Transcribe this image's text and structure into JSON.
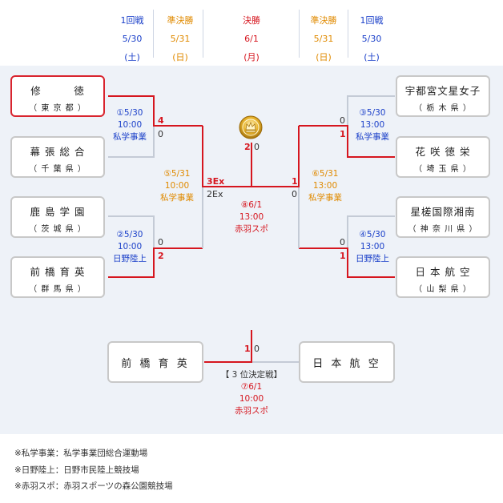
{
  "headers": [
    {
      "round": "1回戦",
      "date": "5/30",
      "day": "(土)",
      "color": "#1a3fc9"
    },
    {
      "round": "準決勝",
      "date": "5/31",
      "day": "(日)",
      "color": "#e08a00"
    },
    {
      "round": "決勝",
      "date": "6/1",
      "day": "(月)",
      "color": "#d6161f"
    },
    {
      "round": "準決勝",
      "date": "5/31",
      "day": "(日)",
      "color": "#e08a00"
    },
    {
      "round": "1回戦",
      "date": "5/30",
      "day": "(土)",
      "color": "#1a3fc9"
    }
  ],
  "teams": {
    "t1": {
      "name": "修　　　徳",
      "pref": "（ 東 京 都 ）"
    },
    "t2": {
      "name": "幕 張 総 合",
      "pref": "（ 千 葉 県 ）"
    },
    "t3": {
      "name": "鹿 島 学 園",
      "pref": "（ 茨 城 県 ）"
    },
    "t4": {
      "name": "前 橋 育 英",
      "pref": "（ 群 馬 県 ）"
    },
    "t5": {
      "name": "宇都宮文星女子",
      "pref": "（ 栃 木 県 ）"
    },
    "t6": {
      "name": "花 咲 徳 栄",
      "pref": "（ 埼 玉 県 ）"
    },
    "t7": {
      "name": "星槎国際湘南",
      "pref": "（ 神 奈 川 県 ）"
    },
    "t8": {
      "name": "日 本 航 空",
      "pref": "（ 山 梨 県 ）"
    },
    "third_left": {
      "name": "前 橋 育 英"
    },
    "third_right": {
      "name": "日 本 航 空"
    }
  },
  "matches": {
    "m1": {
      "lines": [
        "①5/30",
        "10:00",
        "私学事業"
      ]
    },
    "m2": {
      "lines": [
        "②5/30",
        "10:00",
        "日野陸上"
      ]
    },
    "m3": {
      "lines": [
        "③5/30",
        "13:00",
        "私学事業"
      ]
    },
    "m4": {
      "lines": [
        "④5/30",
        "13:00",
        "日野陸上"
      ]
    },
    "m5": {
      "lines": [
        "⑤5/31",
        "10:00",
        "私学事業"
      ]
    },
    "m6": {
      "lines": [
        "⑥5/31",
        "13:00",
        "私学事業"
      ]
    },
    "m8": {
      "lines": [
        "⑧6/1",
        "13:00",
        "赤羽スポ"
      ]
    },
    "m7": {
      "lines": [
        "【 3 位決定戦】",
        "⑦6/1",
        "10:00",
        "赤羽スポ"
      ]
    }
  },
  "scores": {
    "m1_top": "4",
    "m1_bot": "0",
    "m2_top": "0",
    "m2_bot": "2",
    "m3_top": "0",
    "m3_bot": "1",
    "m4_top": "0",
    "m4_bot": "1",
    "m5_top": "3Ex",
    "m5_bot": "2Ex",
    "m6_top": "1",
    "m6_bot": "0",
    "final_left": "2",
    "final_right": "0",
    "third_left": "1",
    "third_right": "0"
  },
  "notes": [
    "※私学事業：私学事業団総合運動場",
    "※日野陸上：日野市民陸上競技場",
    "※赤羽スポ：赤羽スポーツの森公園競技場"
  ],
  "colors": {
    "win": "#d6161f",
    "line": "#c4cbd6",
    "accent_blue": "#1a3fc9",
    "accent_orange": "#e08a00"
  }
}
